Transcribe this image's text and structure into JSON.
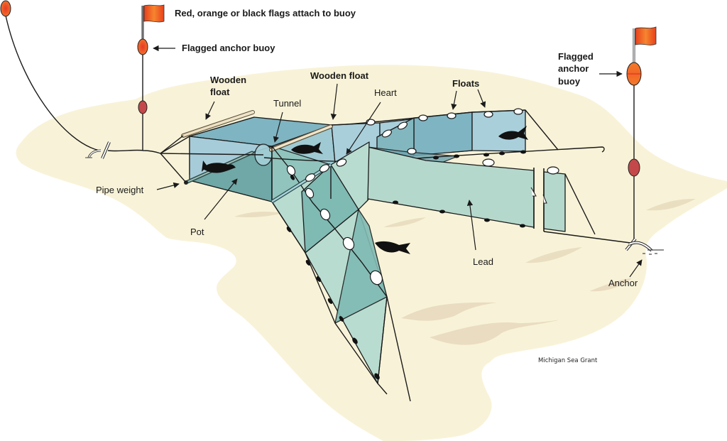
{
  "title": "Trap net diagram",
  "labels": {
    "flags_note": "Red, orange or black flags attach to buoy",
    "flagged_anchor_buoy_left": "Flagged anchor buoy",
    "flagged_anchor_buoy_right": [
      "Flagged",
      "anchor",
      "buoy"
    ],
    "wooden_float_left": [
      "Wooden",
      "float"
    ],
    "wooden_float_center": "Wooden float",
    "tunnel": "Tunnel",
    "heart": "Heart",
    "floats": "Floats",
    "pipe_weight": "Pipe weight",
    "pot": "Pot",
    "lead": "Lead",
    "anchor": "Anchor",
    "credit": "Michigan Sea Grant"
  },
  "colors": {
    "lakebed": "#f8f3d8",
    "sand_ripple": "#e8d9bd",
    "pot_light": "#a9cfdb",
    "pot_mid": "#7fb4c2",
    "pot_dark": "#6fa8a6",
    "heart_light": "#b9dcd0",
    "heart_dark": "#7fbab3",
    "lead_fill": "#b5d8cc",
    "flag_red": "#e8401c",
    "flag_orange": "#f37a2a",
    "buoy_orange": "#ee5a25",
    "buoy_red": "#c4484a",
    "wooden_float": "#e6d8b8",
    "fish": "#111111"
  }
}
